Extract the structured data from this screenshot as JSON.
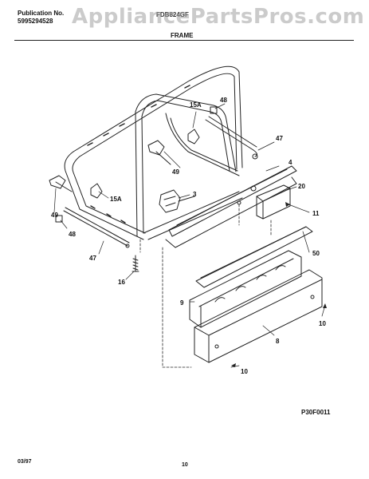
{
  "header": {
    "publication_label": "Publication No.",
    "publication_number": "5995294528",
    "model": "FDB824GF",
    "watermark": "AppliancePartsPros.com"
  },
  "section_title": "FRAME",
  "callouts": {
    "c_48_top": "48",
    "c_15a_top": "15A",
    "c_47_top": "47",
    "c_4": "4",
    "c_49_mid": "49",
    "c_3": "3",
    "c_20": "20",
    "c_15a_left": "15A",
    "c_11": "11",
    "c_49_left": "49",
    "c_48_left": "48",
    "c_50": "50",
    "c_47_left": "47",
    "c_16": "16",
    "c_9": "9",
    "c_10_right": "10",
    "c_8": "8",
    "c_10_bottom": "10"
  },
  "figure_code": "P30F0011",
  "footer": {
    "date": "03/97",
    "page": "10"
  },
  "colors": {
    "line": "#222222",
    "watermark": "#a0a0a0"
  }
}
